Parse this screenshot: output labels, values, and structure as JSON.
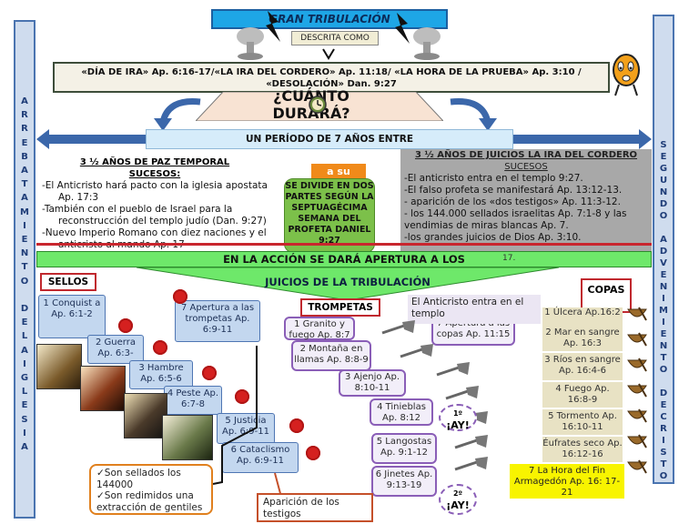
{
  "header": {
    "title": "GRAN TRIBULACIÓN",
    "subtitle": "DESCRITA COMO"
  },
  "names_box": {
    "line1": "«DÍA DE IRA» Ap. 6:16-17/«LA IRA DEL CORDERO» Ap. 11:18/ «LA HORA DE LA PRUEBA» Ap. 3:10 /",
    "line2": "«DESOLACIÓN» Dan. 9:27"
  },
  "question": "¿CUÁNTO DURARÁ?",
  "period_bar": "UN PERÍODO DE 7 AÑOS ENTRE",
  "left_vertical": [
    "A",
    "R",
    "R",
    "E",
    "B",
    "A",
    "T",
    "A",
    "M",
    "I",
    "E",
    "N",
    "T",
    "O",
    "",
    "D",
    "E",
    "L",
    "A",
    "I",
    "G",
    "L",
    "E",
    "S",
    "I",
    "A"
  ],
  "right_vertical": [
    "S",
    "E",
    "G",
    "U",
    "N",
    "D",
    "O",
    "",
    "A",
    "D",
    "V",
    "E",
    "N",
    "I",
    "M",
    "I",
    "E",
    "N",
    "T",
    "O",
    "",
    "D",
    "E",
    "C",
    "R",
    "I",
    "S",
    "T",
    "O"
  ],
  "left_half": {
    "title": "3 ½ AÑOS DE PAZ TEMPORAL",
    "subtitle": "SUCESOS:",
    "items": [
      "-El Anticristo hará pacto con la iglesia apostata Ap. 17:3",
      "-También con el pueblo de Israel para la reconstrucción del templo judío (Dan. 9:27)",
      "-Nuevo Imperio Romano con diez naciones y el anticristo al mando Ap. 17"
    ]
  },
  "right_half": {
    "title": "3 ½ AÑOS DE JUICIOS LA IRA DEL CORDERO",
    "subtitle": "SUCESOS",
    "items": [
      "-El anticristo entra en el templo 9:27.",
      "-El falso profeta se manifestará Ap. 13:12-13.",
      "- aparición de los «dos testigos» Ap. 11:3-12.",
      "- los 144.000 sellados israelitas Ap. 7:1-8 y las vendimias de miras blancas Ap. 7.",
      "-los grandes juicios de Dios Ap. 3:10."
    ]
  },
  "center_box": {
    "tag": "a su",
    "text": "SE DIVIDE EN DOS PARTES SEGÚN LA SEPTUAGÉCIMA SEMANA DEL PROFETA DANIEL 9:27"
  },
  "green_bar": "EN LA ACCIÓN SE DARÁ APERTURA A LOS",
  "green_bar_num": "17.",
  "judgments_title": "JUICIOS DE LA TRIBULACIÓN",
  "sellos": {
    "label": "SELLOS",
    "items": [
      "1 Conquist a Ap. 6:1-2",
      "2 Guerra Ap. 6:3-",
      "3 Hambre Ap. 6:5-6",
      "4 Peste Ap. 6:7-8",
      "5 Justicia Ap. 6:9-11",
      "6 Cataclismo Ap. 6:9-11",
      "7 Apertura a las trompetas Ap. 6:9-11"
    ]
  },
  "trompetas": {
    "label": "TROMPETAS",
    "items": [
      "1 Granito y fuego Ap. 8:7",
      "2 Montaña en llamas Ap. 8:8-9",
      "3 Ajenjo Ap. 8:10-11",
      "4 Tinieblas Ap. 8:12",
      "5 Langostas Ap. 9:1-12",
      "6 Jinetes Ap. 9:13-19",
      "7 Apertura a las copas Ap. 11:15"
    ],
    "ay1": "¡AY!",
    "ay1_num": "1º",
    "ay2": "¡AY!",
    "ay2_num": "2º"
  },
  "copas": {
    "label": "COPAS",
    "items": [
      "1 Úlcera Ap.16:2",
      "2 Mar en sangre Ap. 16:3",
      "3 Ríos en sangre Ap. 16:4-6",
      "4 Fuego Ap. 16:8-9",
      "5 Tormento Ap. 16:10-11",
      "Éufrates seco Ap. 16:12-16",
      "7 La Hora del Fin Armagedón Ap. 16: 17-21"
    ]
  },
  "notes": {
    "sealed": [
      "Son sellados los 144000",
      "Son redimidos una extracción de gentiles"
    ],
    "witnesses": "Aparición de los testigos",
    "temple": "El Anticristo entra en el templo"
  },
  "colors": {
    "green": "#6ee86a",
    "blue_bar": "#d6ecfa",
    "gray_panel": "#a8a8a8",
    "seal_red": "#d5201f"
  }
}
